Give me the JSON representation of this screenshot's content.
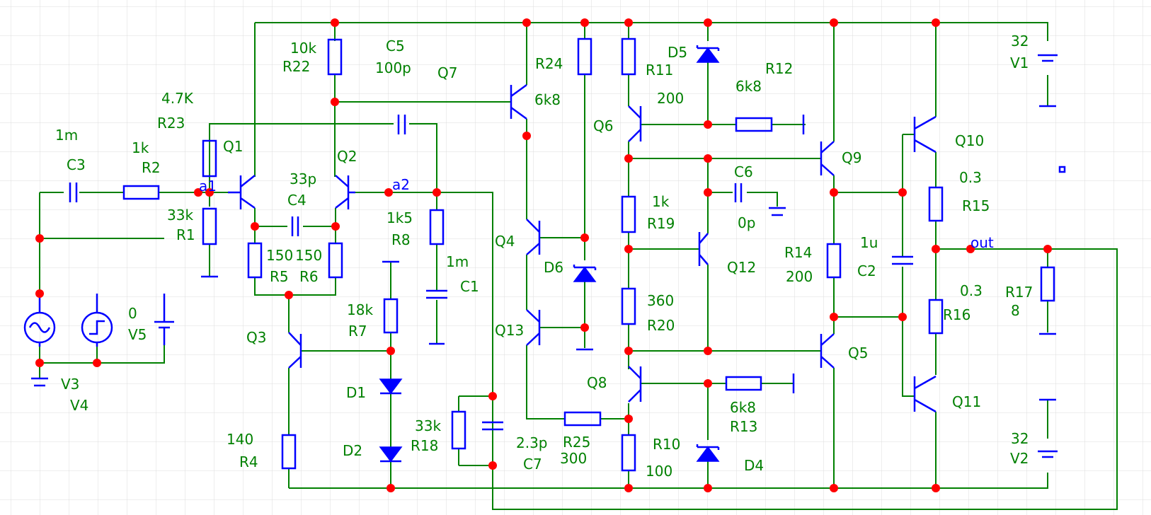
{
  "colors": {
    "background": "#ffffff",
    "grid": "#d9d9d9",
    "wire": "#008000",
    "component": "#0000ff",
    "junction": "#ff0000",
    "label": "#008000",
    "net_label": "#0000ff"
  },
  "labels": {
    "C3_val": "1m",
    "C3_name": "C3",
    "R2_val": "1k",
    "R2_name": "R2",
    "R23_val": "4.7K",
    "R23_name": "R23",
    "R22_val": "10k",
    "R22_name": "R22",
    "C5_name": "C5",
    "C5_val": "100p",
    "Q7_name": "Q7",
    "R24_name": "R24",
    "R24_val": "6k8",
    "R11_name": "R11",
    "D5_name": "D5",
    "R12_name": "R12",
    "R12_val": "6k8",
    "Q6_val": "200",
    "Q6_name": "Q6",
    "V1_val": "32",
    "V1_name": "V1",
    "Q1_name": "Q1",
    "Q2_name": "Q2",
    "C4_val": "33p",
    "C4_name": "C4",
    "net_a1": "a1",
    "net_a2": "a2",
    "R1_val": "33k",
    "R1_name": "R1",
    "R5_val": "150",
    "R5_name": "R5",
    "R6_val": "150",
    "R6_name": "R6",
    "R8_val": "1k5",
    "R8_name": "R8",
    "C1_val": "1m",
    "C1_name": "C1",
    "Q4_name": "Q4",
    "D6_name": "D6",
    "R19_val": "1k",
    "R19_name": "R19",
    "C6_name": "C6",
    "C6_val": "0p",
    "Q9_name": "Q9",
    "Q10_name": "Q10",
    "R15_val": "0.3",
    "R15_name": "R15",
    "net_out": "out",
    "Q12_name": "Q12",
    "R14_name": "R14",
    "R14_val": "200",
    "C2_val": "1u",
    "C2_name": "C2",
    "R16_val": "0.3",
    "R16_name": "R16",
    "R17_name": "R17",
    "R17_val": "8",
    "V5_val": "0",
    "V5_name": "V5",
    "Q3_name": "Q3",
    "R7_val": "18k",
    "R7_name": "R7",
    "Q13_name": "Q13",
    "R20_val": "360",
    "R20_name": "R20",
    "Q5_name": "Q5",
    "V3_name": "V3",
    "V4_name": "V4",
    "D1_name": "D1",
    "Q8_name": "Q8",
    "R13_val": "6k8",
    "R13_name": "R13",
    "Q11_name": "Q11",
    "R4_val": "140",
    "R4_name": "R4",
    "D2_name": "D2",
    "R18_val": "33k",
    "R18_name": "R18",
    "C7_val": "2.3p",
    "C7_name": "C7",
    "R25_name": "R25",
    "R25_val": "300",
    "R10_name": "R10",
    "R10_val": "100",
    "D4_name": "D4",
    "V2_val": "32",
    "V2_name": "V2"
  }
}
